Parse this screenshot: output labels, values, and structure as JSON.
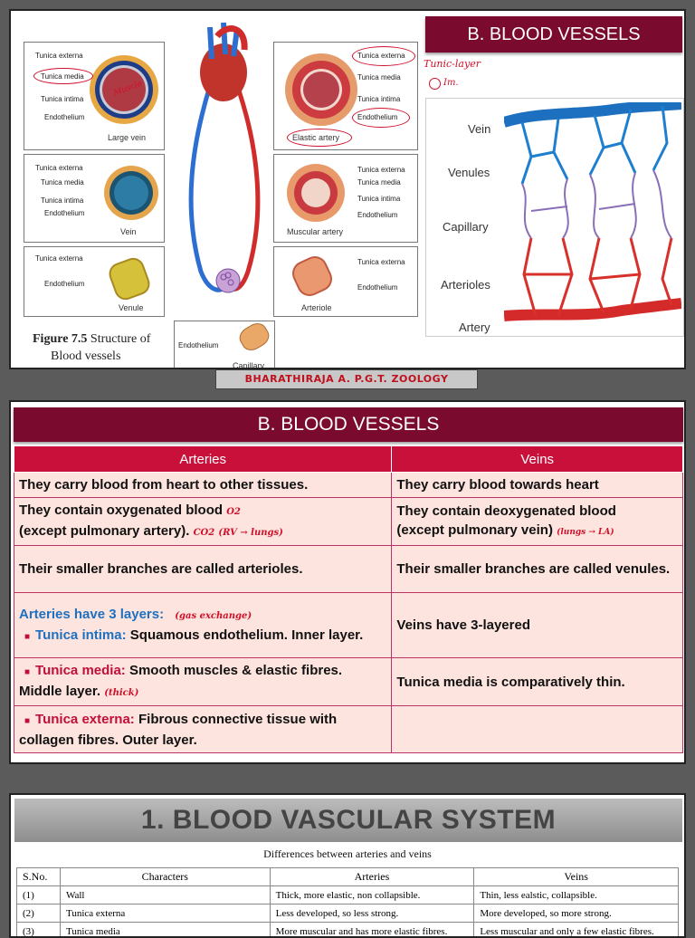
{
  "slide1": {
    "banner": "B. BLOOD VESSELS",
    "annotations": {
      "handwritten_1": "Tunic-layer",
      "handwritten_2": "Im."
    },
    "figure": {
      "caption_title": "Figure 7.5",
      "caption_text_1": "Structure of",
      "caption_text_2": "Blood vessels",
      "large_vein": {
        "labels": [
          "Tunica externa",
          "Tunica media",
          "Tunica intima",
          "Endothelium"
        ],
        "caption": "Large vein",
        "annotation": "Muscle"
      },
      "elastic_artery": {
        "labels": [
          "Tunica externa",
          "Tunica media",
          "Tunica intima",
          "Endothelium"
        ],
        "caption": "Elastic artery"
      },
      "vein": {
        "labels": [
          "Tunica externa",
          "Tunica media",
          "Tunica intima",
          "Endothelium"
        ],
        "caption": "Vein"
      },
      "muscular_artery": {
        "labels": [
          "Tunica externa",
          "Tunica media",
          "Tunica intima",
          "Endothelium"
        ],
        "caption": "Muscular artery"
      },
      "venule": {
        "labels": [
          "Tunica externa",
          "Endothelium"
        ],
        "caption": "Venule"
      },
      "arteriole": {
        "labels": [
          "Tunica externa",
          "Endothelium"
        ],
        "caption": "Arteriole"
      },
      "capillary": {
        "labels": [
          "Endothelium"
        ],
        "caption": "Capillary"
      }
    },
    "capillary_bed": {
      "labels": [
        "Vein",
        "Venules",
        "Capillary",
        "Arterioles",
        "Artery"
      ]
    },
    "credit": "BHARATHIRAJA A. P.G.T. ZOOLOGY"
  },
  "slide2": {
    "banner": "B. BLOOD VESSELS",
    "headers": [
      "Arteries",
      "Veins"
    ],
    "rows": [
      {
        "left": "They carry blood from heart to other tissues.",
        "right": "They carry blood towards heart"
      },
      {
        "left_1": "They contain oxygenated blood",
        "left_2": "(except pulmonary artery).",
        "right_1": "They contain deoxygenated blood",
        "right_2": "(except pulmonary vein)"
      },
      {
        "left": "Their smaller branches are called arterioles.",
        "right": "Their smaller branches are called venules."
      },
      {
        "left_head": "Arteries have 3 layers:",
        "left_term": "Tunica intima:",
        "left_desc": "Squamous endothelium. Inner layer.",
        "right": "Veins have 3-layered"
      },
      {
        "left_term": "Tunica media:",
        "left_desc": "Smooth muscles & elastic fibres. Middle layer.",
        "right": "Tunica media is comparatively thin."
      },
      {
        "left_term": "Tunica externa:",
        "left_desc": "Fibrous connective tissue with collagen fibres. Outer layer.",
        "right": ""
      }
    ],
    "annotations": {
      "o2": "O2",
      "co2": "CO2",
      "rv_lungs": "(RV → lungs)",
      "lungs_la": "(lungs → LA)",
      "gas_exchange": "(gas exchange)",
      "thick": "(thick)"
    }
  },
  "slide3": {
    "title": "1. BLOOD VASCULAR SYSTEM",
    "subtitle": "Differences between arteries and veins",
    "headers": [
      "S.No.",
      "Characters",
      "Arteries",
      "Veins"
    ],
    "rows": [
      [
        "(1)",
        "Wall",
        "Thick, more elastic, non collapsible.",
        "Thin, less ealstic, collapsible."
      ],
      [
        "(2)",
        "Tunica externa",
        "Less developed, so less strong.",
        "More developed, so more strong."
      ],
      [
        "(3)",
        "Tunica media",
        "More muscular and has more elastic fibres.",
        "Less muscular and only a few elastic fibres."
      ]
    ]
  },
  "colors": {
    "banner": "#7a0a2e",
    "header_red": "#c8103a",
    "row_pink": "#fde4de",
    "ink": "#d0102a"
  }
}
